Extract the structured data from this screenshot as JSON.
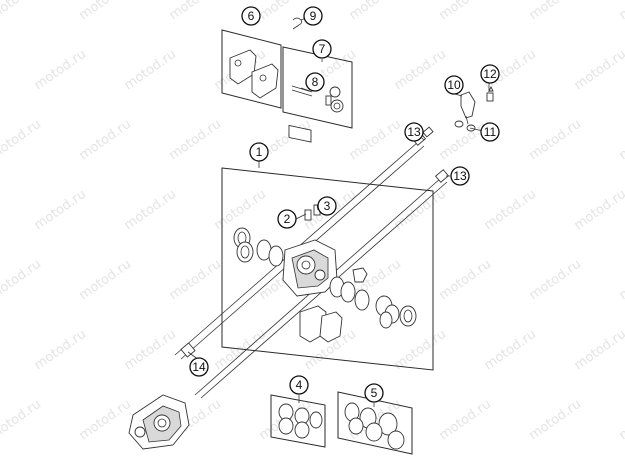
{
  "watermark": "motod.ru",
  "callouts": [
    {
      "label": "1"
    },
    {
      "label": "2"
    },
    {
      "label": "3"
    },
    {
      "label": "4"
    },
    {
      "label": "5"
    },
    {
      "label": "6"
    },
    {
      "label": "7"
    },
    {
      "label": "8"
    },
    {
      "label": "9"
    },
    {
      "label": "10"
    },
    {
      "label": "11"
    },
    {
      "label": "12"
    },
    {
      "label": "13"
    },
    {
      "label": "13"
    },
    {
      "label": "14"
    }
  ]
}
